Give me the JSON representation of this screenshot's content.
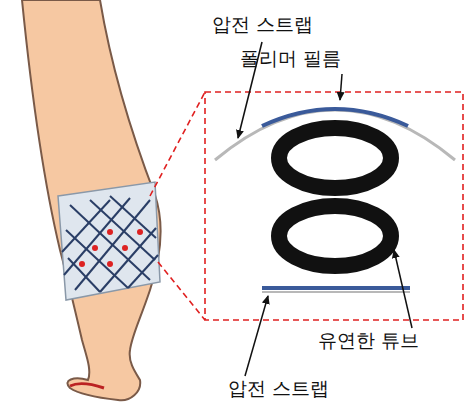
{
  "diagram": {
    "labels": [
      "압전 스트랩",
      "폴리머 필름",
      "유연한 튜브",
      "압전 스트랩"
    ]
  }
}
